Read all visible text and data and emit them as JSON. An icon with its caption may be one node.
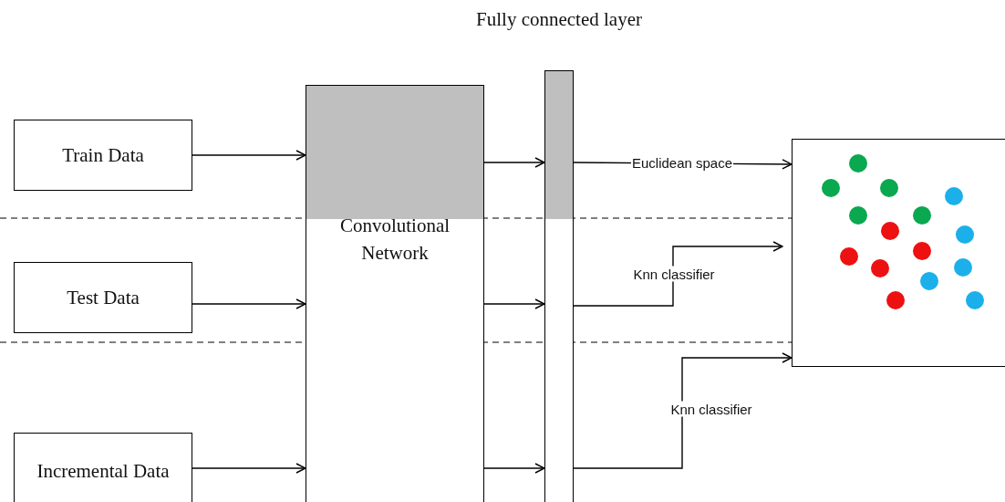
{
  "diagram": {
    "nodes": [
      {
        "text": [
          "Train Data"
        ]
      },
      {
        "text": [
          "Test Data"
        ]
      },
      {
        "text": [
          "Incremental Data"
        ]
      },
      {
        "text": [
          "Convolutional Network"
        ]
      },
      {
        "text": [
          "Fully connected layer"
        ]
      },
      {
        "text": [],
        "shape": "box"
      }
    ],
    "edges": [
      {
        "from": 0,
        "to": 3,
        "arrow": "to"
      },
      {
        "from": 1,
        "to": 3,
        "arrow": "to"
      },
      {
        "from": 2,
        "to": 3,
        "arrow": "to"
      },
      {
        "from": 3,
        "to": 4,
        "arrow": "to"
      },
      {
        "from": 3,
        "to": 4,
        "arrow": "to"
      },
      {
        "from": 3,
        "to": 4,
        "arrow": "to"
      },
      {
        "from": 4,
        "to": 5,
        "arrow": "to",
        "label": "Euclidean space"
      },
      {
        "from": 4,
        "to": 5,
        "arrow": "to",
        "label": "Knn classifier"
      },
      {
        "from": 4,
        "to": 5,
        "arrow": "to",
        "label": "Knn classifier"
      }
    ]
  }
}
